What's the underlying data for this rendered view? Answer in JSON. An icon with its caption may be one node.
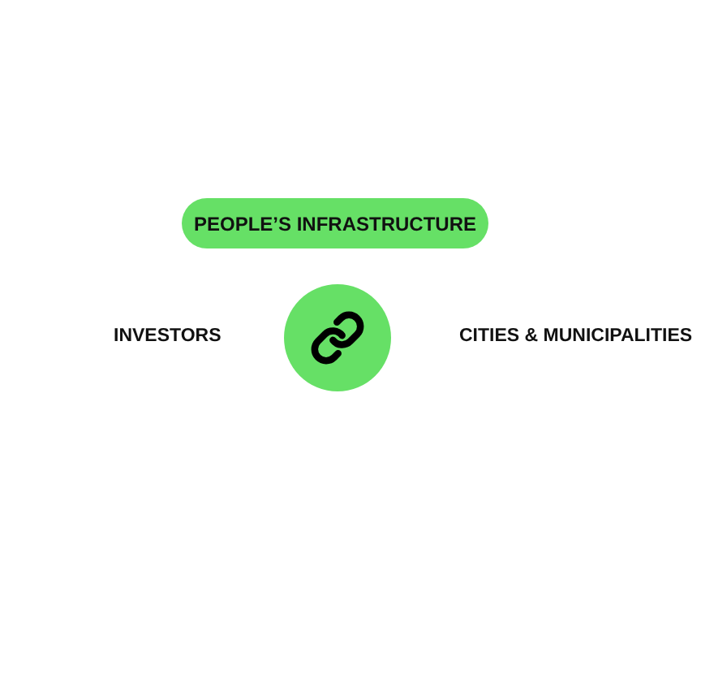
{
  "diagram": {
    "nodes": [
      {
        "text": [
          "PEOPLE’S INFRASTRUCTURE"
        ]
      },
      {
        "text": [],
        "shape": "circle"
      }
    ],
    "labels": [
      "INVESTORS",
      "CITIES & MUNICIPALITIES"
    ]
  }
}
